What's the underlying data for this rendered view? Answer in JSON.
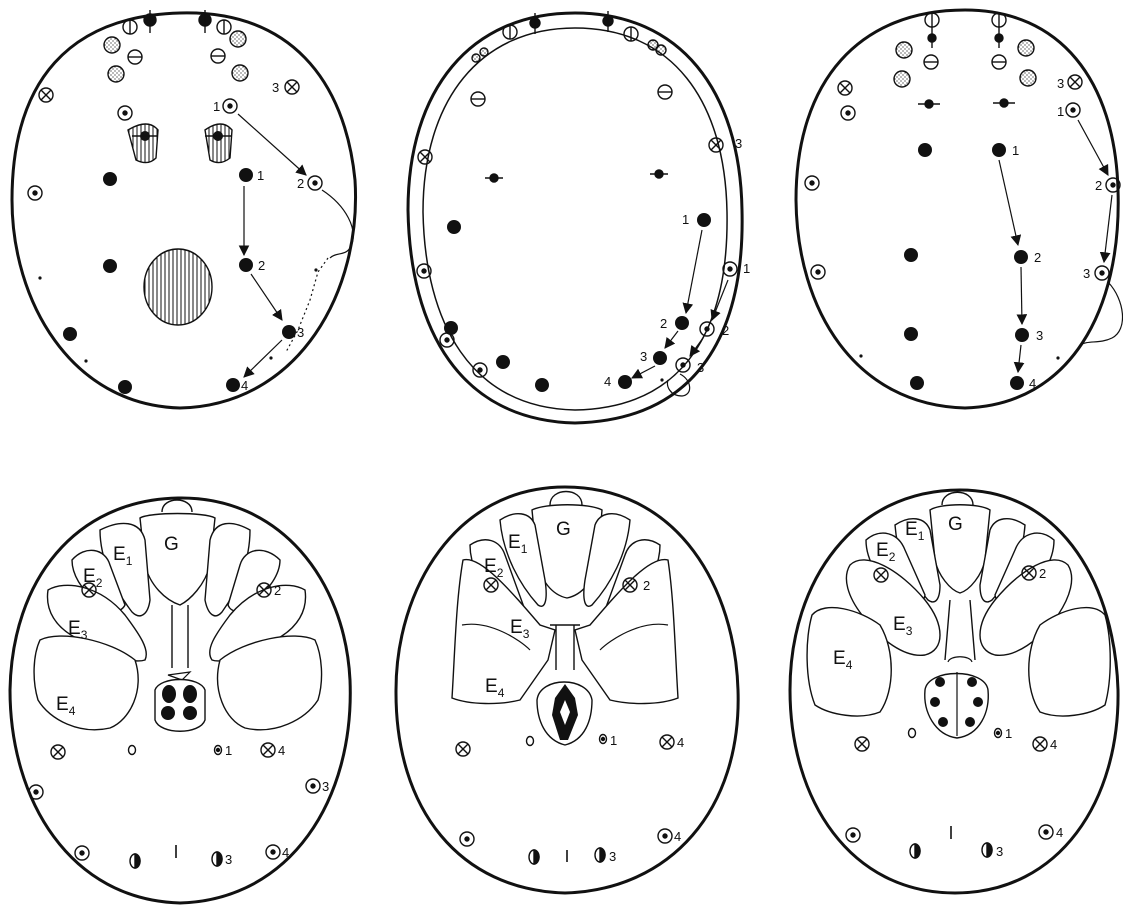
{
  "figure": {
    "panels": [
      {
        "id": "dorsal-1",
        "labels": {
          "a1": "1",
          "a2": "2",
          "b1": "1",
          "b2": "2",
          "b3": "3",
          "b4": "4",
          "c3": "3"
        }
      },
      {
        "id": "dorsal-2",
        "labels": {
          "a1": "1",
          "a2": "2",
          "a3": "3",
          "b1": "1",
          "b2": "2",
          "b3": "3",
          "b4": "4",
          "c3": "3"
        }
      },
      {
        "id": "dorsal-3",
        "labels": {
          "a1": "1",
          "a2": "2",
          "a3": "3",
          "b1": "1",
          "b2": "2",
          "b3": "3",
          "b4": "4",
          "c3": "3"
        }
      },
      {
        "id": "ventral-1",
        "labels": {
          "G": "G",
          "E": "E",
          "s1": "1",
          "s2": "2",
          "s3": "3",
          "s4": "4",
          "n2": "2",
          "n1": "1",
          "n4": "4",
          "n3": "3",
          "n4b": "4",
          "n3b": "3",
          "o": "o"
        }
      },
      {
        "id": "ventral-2",
        "labels": {
          "G": "G",
          "E": "E",
          "s1": "1",
          "s2": "2",
          "s3": "3",
          "s4": "4",
          "n2": "2",
          "n1": "1",
          "n4": "4",
          "n4b": "4",
          "n3b": "3",
          "o": "o"
        }
      },
      {
        "id": "ventral-3",
        "labels": {
          "G": "G",
          "E": "E",
          "s1": "1",
          "s2": "2",
          "s3": "3",
          "s4": "4",
          "n2": "2",
          "n1": "1",
          "n4": "4",
          "n4b": "4",
          "n3b": "3",
          "o": "o"
        }
      }
    ]
  }
}
